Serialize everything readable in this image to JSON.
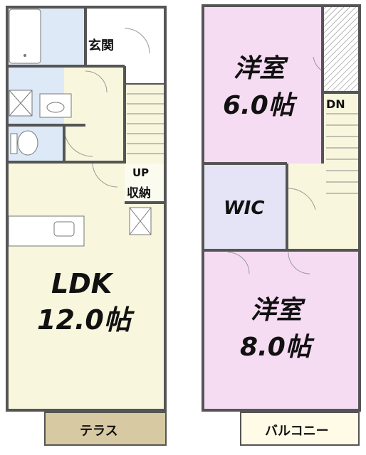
{
  "floor_plan": {
    "first_floor": {
      "entrance": "玄関",
      "ldk": {
        "name": "LDK",
        "size": "12.0帖"
      },
      "stair_up": "UP",
      "storage": "収納",
      "terrace": "テラス"
    },
    "second_floor": {
      "western_room_1": {
        "name": "洋室",
        "size": "6.0帖"
      },
      "western_room_2": {
        "name": "洋室",
        "size": "8.0帖"
      },
      "walk_in_closet": "WIC",
      "stair_down": "DN",
      "balcony": "バルコニー"
    }
  },
  "colors": {
    "wall": "#555555",
    "wet_area": "#dde9f7",
    "ldk_floor": "#f8f6dc",
    "bedroom_floor": "#f6dcf3",
    "wic_floor": "#e4e4f6",
    "terrace": "#d7c9a2",
    "balcony": "#fffbe6"
  }
}
